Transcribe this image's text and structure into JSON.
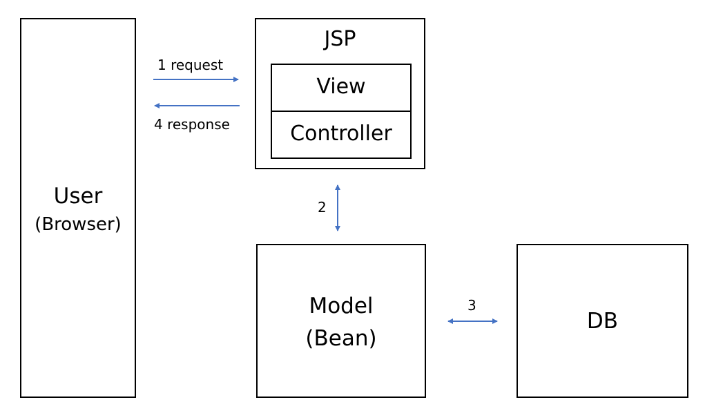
{
  "user_box": {
    "title": "User",
    "subtitle": "(Browser)"
  },
  "jsp_box": {
    "title": "JSP",
    "view_label": "View",
    "controller_label": "Controller"
  },
  "model_box": {
    "title": "Model",
    "subtitle": "(Bean)"
  },
  "db_box": {
    "title": "DB"
  },
  "arrows": {
    "request_label": "1 request",
    "response_label": "4 response",
    "jsp_model_label": "2",
    "model_db_label": "3"
  },
  "colors": {
    "arrow": "#4472C4",
    "border": "#000000",
    "background": "#ffffff"
  }
}
